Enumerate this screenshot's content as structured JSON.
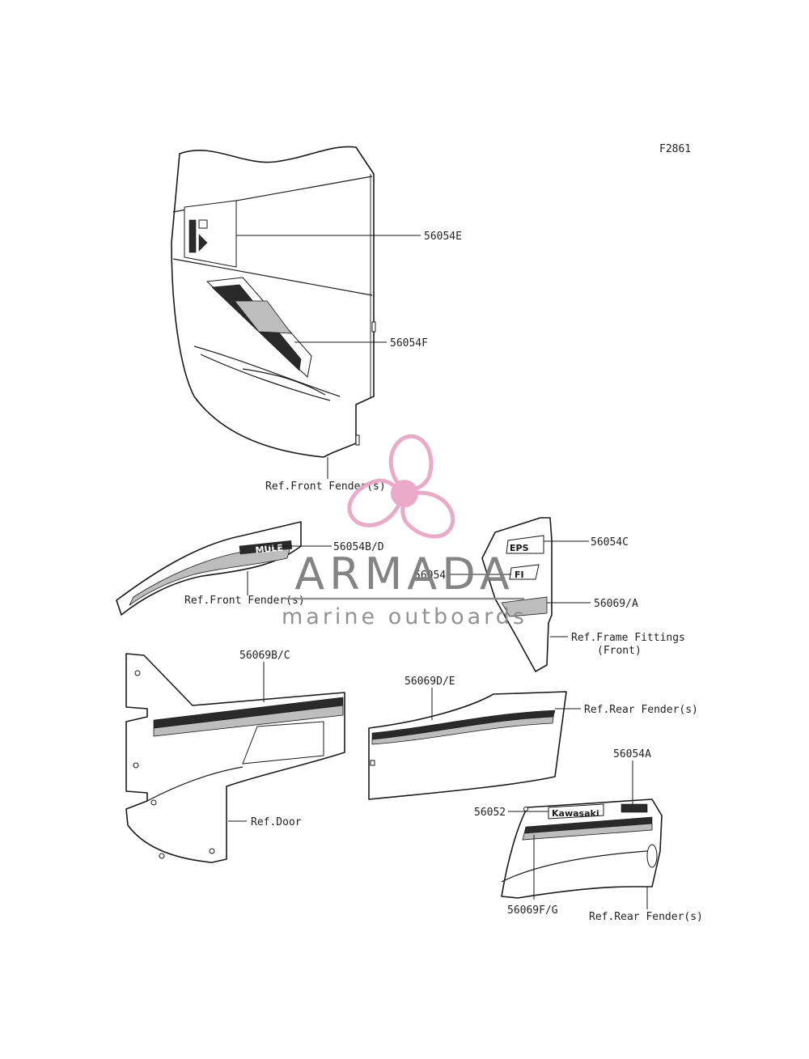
{
  "figure_code": "F2861",
  "labels": {
    "p56054E": "56054E",
    "p56054F": "56054F",
    "ref_front_fender_1": "Ref.Front Fender(s)",
    "p56054BD": "56054B/D",
    "ref_front_fender_2": "Ref.Front Fender(s)",
    "p56054C": "56054C",
    "p56054": "56054",
    "p56069A": "56069/A",
    "ref_frame_fittings": "Ref.Frame Fittings",
    "ref_frame_fittings_sub": "(Front)",
    "p56069BC": "56069B/C",
    "p56069DE": "56069D/E",
    "ref_rear_fender_1": "Ref.Rear Fender(s)",
    "ref_door": "Ref.Door",
    "p56054A": "56054A",
    "p56052": "56052",
    "p56069FG": "56069F/G",
    "ref_rear_fender_2": "Ref.Rear Fender(s)"
  },
  "decals": {
    "kawasaki": "Kawasaki",
    "eps": "EPS",
    "fi": "FI",
    "mule": "MULE"
  },
  "watermark": {
    "brand": "ARMADA",
    "tagline": "marine outboards",
    "logo_icon": "propeller-icon",
    "logo_color": "#e9a3c4",
    "text_color": "#7a7a7a"
  }
}
